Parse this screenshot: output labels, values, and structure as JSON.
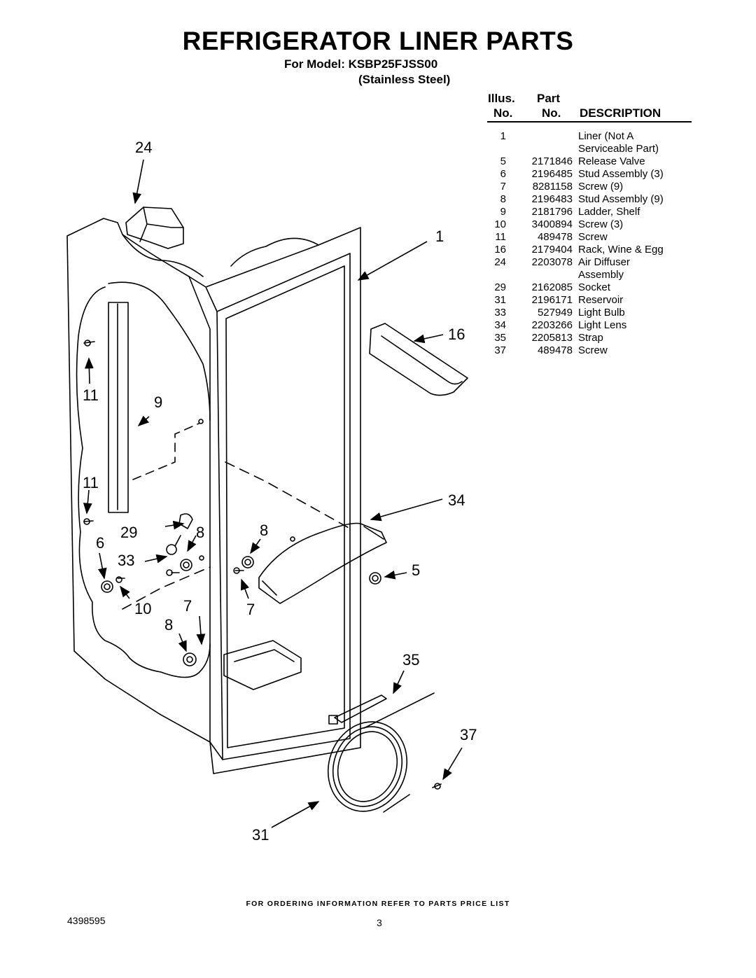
{
  "title": "REFRIGERATOR LINER PARTS",
  "model_line": "For Model: KSBP25FJSS00",
  "variant_line": "(Stainless Steel)",
  "table_headers": {
    "illus_top": "Illus.",
    "illus_bottom": "No.",
    "part_top": "Part",
    "part_bottom": "No.",
    "description": "DESCRIPTION"
  },
  "parts": [
    {
      "illus": "1",
      "part": "",
      "desc": "Liner (Not A"
    },
    {
      "illus": "",
      "part": "",
      "desc": "Serviceable Part)"
    },
    {
      "illus": "5",
      "part": "2171846",
      "desc": "Release Valve"
    },
    {
      "illus": "6",
      "part": "2196485",
      "desc": "Stud Assembly (3)"
    },
    {
      "illus": "7",
      "part": "8281158",
      "desc": "Screw (9)"
    },
    {
      "illus": "8",
      "part": "2196483",
      "desc": "Stud Assembly (9)"
    },
    {
      "illus": "9",
      "part": "2181796",
      "desc": "Ladder, Shelf"
    },
    {
      "illus": "10",
      "part": "3400894",
      "desc": "Screw (3)"
    },
    {
      "illus": "11",
      "part": "489478",
      "desc": "Screw"
    },
    {
      "illus": "16",
      "part": "2179404",
      "desc": "Rack, Wine & Egg"
    },
    {
      "illus": "24",
      "part": "2203078",
      "desc": "Air Diffuser"
    },
    {
      "illus": "",
      "part": "",
      "desc": "Assembly"
    },
    {
      "illus": "29",
      "part": "2162085",
      "desc": "Socket"
    },
    {
      "illus": "31",
      "part": "2196171",
      "desc": "Reservoir"
    },
    {
      "illus": "33",
      "part": "527949",
      "desc": "Light Bulb"
    },
    {
      "illus": "34",
      "part": "2203266",
      "desc": "Light Lens"
    },
    {
      "illus": "35",
      "part": "2205813",
      "desc": "Strap"
    },
    {
      "illus": "37",
      "part": "489478",
      "desc": "Screw"
    }
  ],
  "callouts": {
    "c24": "24",
    "c1": "1",
    "c16": "16",
    "c11a": "11",
    "c9": "9",
    "c11b": "11",
    "c34": "34",
    "c29": "29",
    "c8a": "8",
    "c8b": "8",
    "c6": "6",
    "c33": "33",
    "c5": "5",
    "c10": "10",
    "c7a": "7",
    "c7b": "7",
    "c8c": "8",
    "c35": "35",
    "c37": "37",
    "c31": "31"
  },
  "footer": "FOR ORDERING INFORMATION REFER TO PARTS PRICE LIST",
  "doc_number": "4398595",
  "page_number": "3"
}
